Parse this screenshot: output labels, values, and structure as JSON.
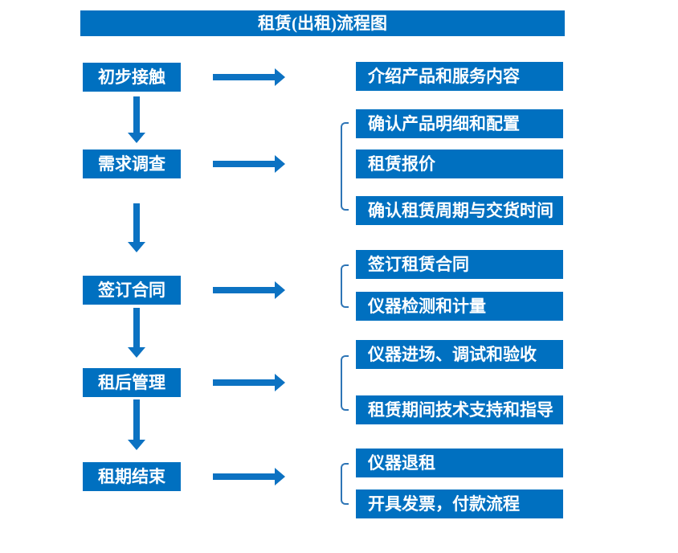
{
  "title": "租赁(出租)流程图",
  "colors": {
    "box_blue": "#0070C0",
    "arrow_blue": "#0C72C2",
    "bracket_blue": "#2E75B6",
    "text": "#FFFFFF",
    "background": "#FFFFFF"
  },
  "steps": [
    {
      "label": "初步接触",
      "details": [
        "介绍产品和服务内容"
      ]
    },
    {
      "label": "需求调查",
      "details": [
        "确认产品明细和配置",
        "租赁报价",
        "确认租赁周期与交货时间"
      ]
    },
    {
      "label": "签订合同",
      "details": [
        "签订租赁合同",
        "仪器检测和计量"
      ]
    },
    {
      "label": "租后管理",
      "details": [
        "仪器进场、调试和验收",
        "租赁期间技术支持和指导"
      ]
    },
    {
      "label": "租期结束",
      "details": [
        "仪器退租",
        "开具发票，付款流程"
      ]
    }
  ]
}
